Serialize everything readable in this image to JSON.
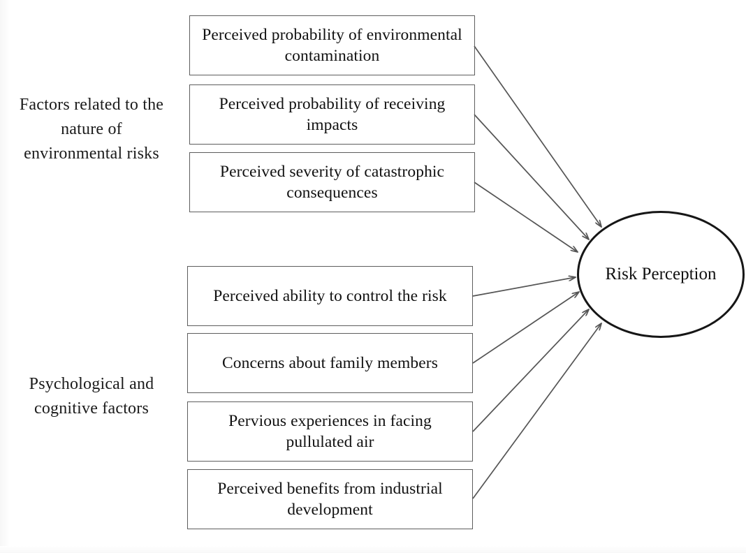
{
  "diagram": {
    "title": "Risk Perception conceptual model",
    "type": "conceptual-path-diagram",
    "background_color": "#ffffff",
    "box_border_color": "#5d5d5d",
    "node_border_color": "#161616",
    "arrow_color": "#555555",
    "groups": [
      {
        "id": "nature-of-risks",
        "label": "Factors related to the\nnature of\nenvironmental risks",
        "factors": [
          {
            "id": "f1",
            "text": "Perceived probability of\nenvironmental contamination"
          },
          {
            "id": "f2",
            "text": "Perceived probability of\nreceiving impacts"
          },
          {
            "id": "f3",
            "text": "Perceived severity of\ncatastrophic consequences"
          }
        ]
      },
      {
        "id": "psychological-cognitive",
        "label": "Psychological and\ncognitive factors",
        "factors": [
          {
            "id": "f4",
            "text": "Perceived ability to control the\nrisk"
          },
          {
            "id": "f5",
            "text": "Concerns about family\nmembers"
          },
          {
            "id": "f6",
            "text": "Pervious experiences in facing\npullulated air"
          },
          {
            "id": "f7",
            "text": "Perceived benefits from\nindustrial development"
          }
        ]
      }
    ],
    "outcome": {
      "id": "risk-perception",
      "text": "Risk\nPerception",
      "shape": "ellipse"
    },
    "edges": [
      {
        "from": "f1",
        "to": "risk-perception"
      },
      {
        "from": "f2",
        "to": "risk-perception"
      },
      {
        "from": "f3",
        "to": "risk-perception"
      },
      {
        "from": "f4",
        "to": "risk-perception"
      },
      {
        "from": "f5",
        "to": "risk-perception"
      },
      {
        "from": "f6",
        "to": "risk-perception"
      },
      {
        "from": "f7",
        "to": "risk-perception"
      }
    ]
  }
}
